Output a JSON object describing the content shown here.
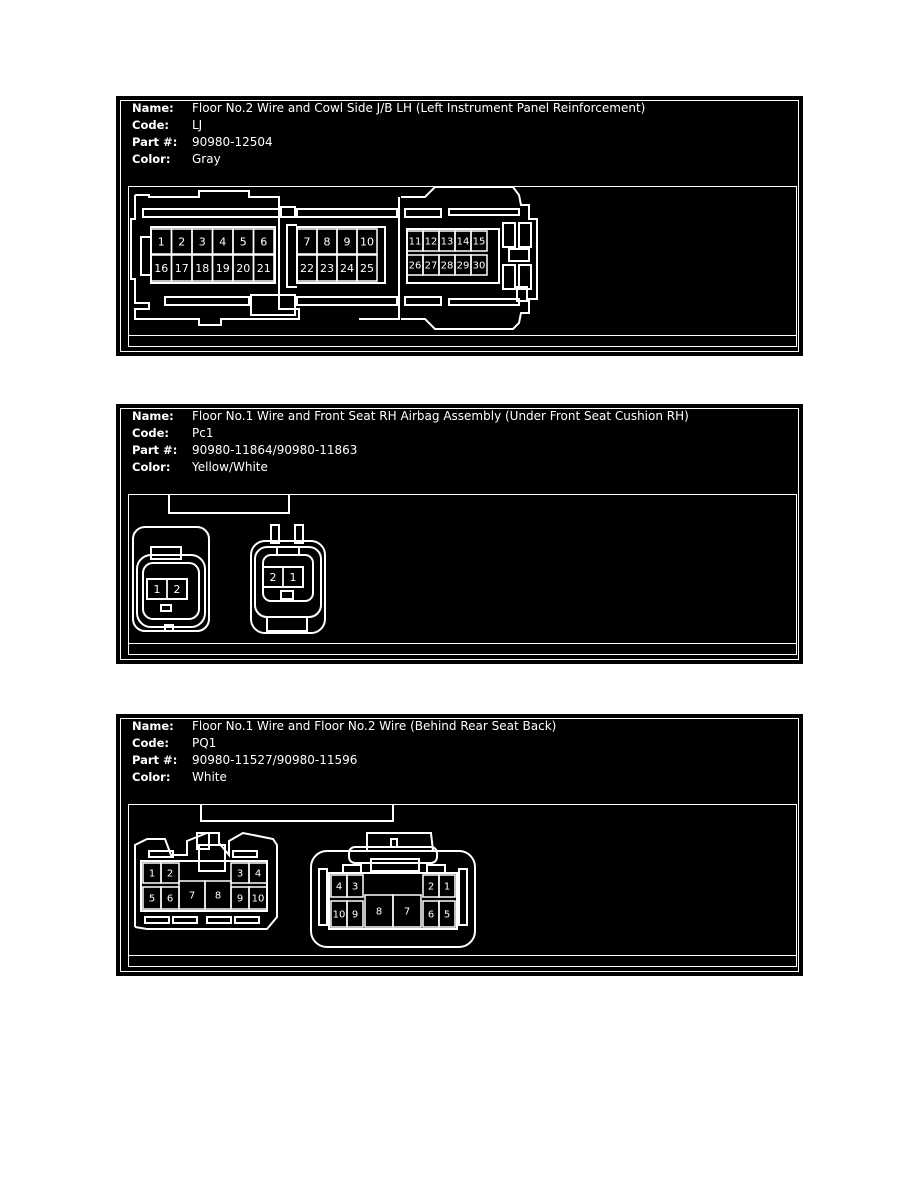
{
  "labels": {
    "name": "Name:",
    "code": "Code:",
    "part": "Part #:",
    "color": "Color:"
  },
  "connectors": [
    {
      "name": "Floor No.2 Wire and Cowl Side J/B LH (Left Instrument Panel Reinforcement)",
      "code": "LJ",
      "part": "90980-12504",
      "color": "Gray",
      "pins_a_top": [
        "1",
        "2",
        "3",
        "4",
        "5",
        "6"
      ],
      "pins_a_bottom": [
        "16",
        "17",
        "18",
        "19",
        "20",
        "21"
      ],
      "pins_b_top": [
        "7",
        "8",
        "9",
        "10"
      ],
      "pins_b_bottom": [
        "22",
        "23",
        "24",
        "25"
      ],
      "pins_c_top": [
        "11",
        "12",
        "13",
        "14",
        "15"
      ],
      "pins_c_bottom": [
        "26",
        "27",
        "28",
        "29",
        "30"
      ]
    },
    {
      "name": "Floor No.1 Wire and Front Seat RH Airbag Assembly (Under Front Seat Cushion RH)",
      "code": "Pc1",
      "part": "90980-11864/90980-11863",
      "color": "Yellow/White",
      "pins_left": [
        "1",
        "2"
      ],
      "pins_right": [
        "2",
        "1"
      ]
    },
    {
      "name": "Floor No.1 Wire and Floor No.2 Wire (Behind Rear Seat Back)",
      "code": "PQ1",
      "part": "90980-11527/90980-11596",
      "color": "White",
      "pins_left_top": [
        "1",
        "2",
        "3",
        "4"
      ],
      "pins_left_bottom": [
        "5",
        "6",
        "7",
        "8",
        "9",
        "10"
      ],
      "pins_right_top": [
        "4",
        "3",
        "2",
        "1"
      ],
      "pins_right_bottom": [
        "10",
        "9",
        "8",
        "7",
        "6",
        "5"
      ]
    }
  ]
}
